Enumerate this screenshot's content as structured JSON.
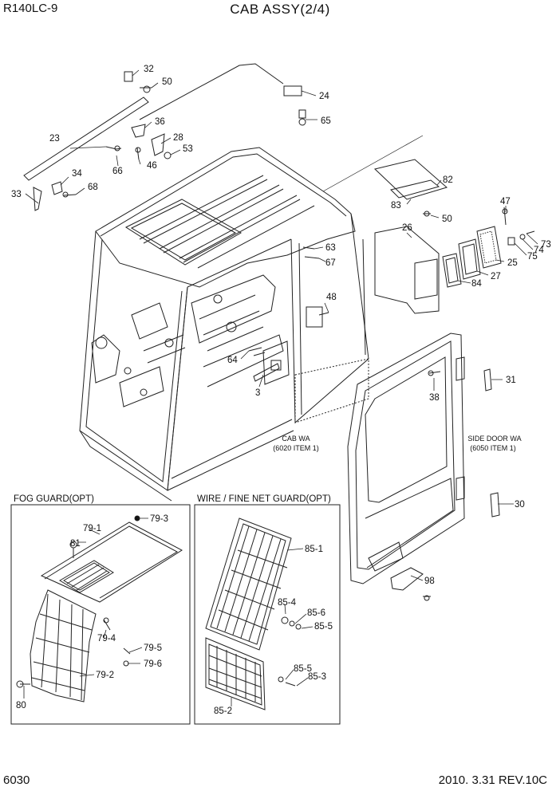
{
  "header": {
    "model": "R140LC-9",
    "title": "CAB ASSY(2/4)"
  },
  "footer": {
    "page": "6030",
    "revision": "2010. 3.31  REV.10C"
  },
  "notes": {
    "cab_wa": [
      "CAB WA",
      "(6020 ITEM 1)"
    ],
    "side_door_wa": [
      "SIDE DOOR WA",
      "(6050 ITEM 1)"
    ]
  },
  "boxes": {
    "fog_guard": "FOG GUARD(OPT)",
    "wire_guard": "WIRE / FINE NET GUARD(OPT)"
  },
  "callouts": [
    "32",
    "50",
    "24",
    "65",
    "36",
    "28",
    "53",
    "23",
    "66",
    "46",
    "34",
    "68",
    "33",
    "82",
    "83",
    "50",
    "47",
    "26",
    "73",
    "74",
    "75",
    "25",
    "27",
    "84",
    "63",
    "67",
    "48",
    "64",
    "3",
    "38",
    "31",
    "30",
    "98",
    "79-3",
    "81",
    "79-1",
    "79-4",
    "79-5",
    "79-6",
    "79-2",
    "80",
    "85-1",
    "85-4",
    "85-6",
    "85-5",
    "85-5",
    "85-3",
    "85-2"
  ]
}
